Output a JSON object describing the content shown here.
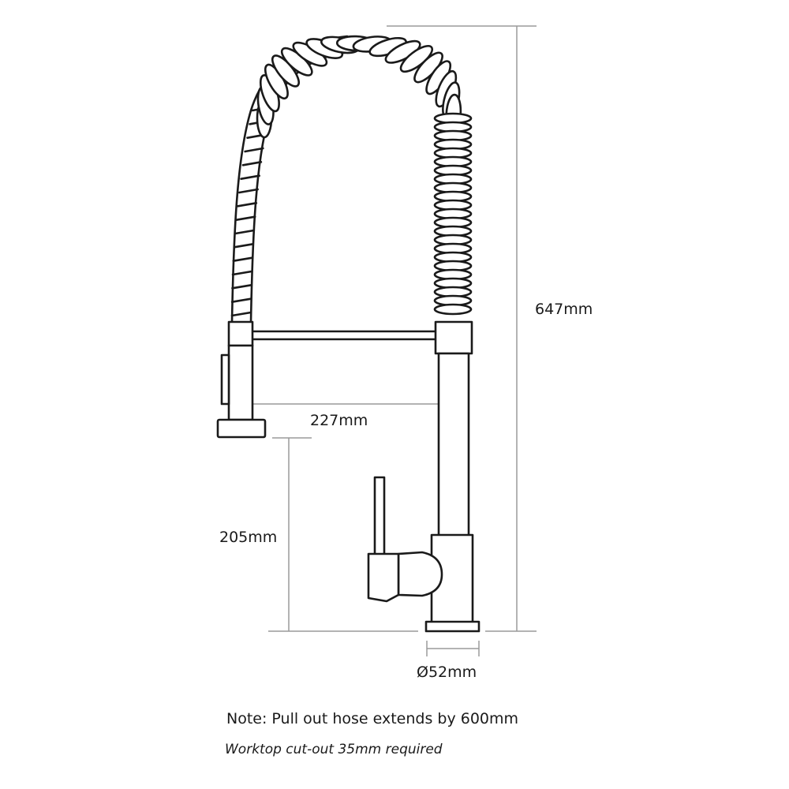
{
  "dimensions": {
    "height_total": "647mm",
    "reach": "227mm",
    "spout_height": "205mm",
    "base_diameter": "Ø52mm"
  },
  "notes": {
    "hose_extension": "Note: Pull out hose extends by 600mm",
    "worktop_cutout": "Worktop cut-out 35mm required"
  }
}
